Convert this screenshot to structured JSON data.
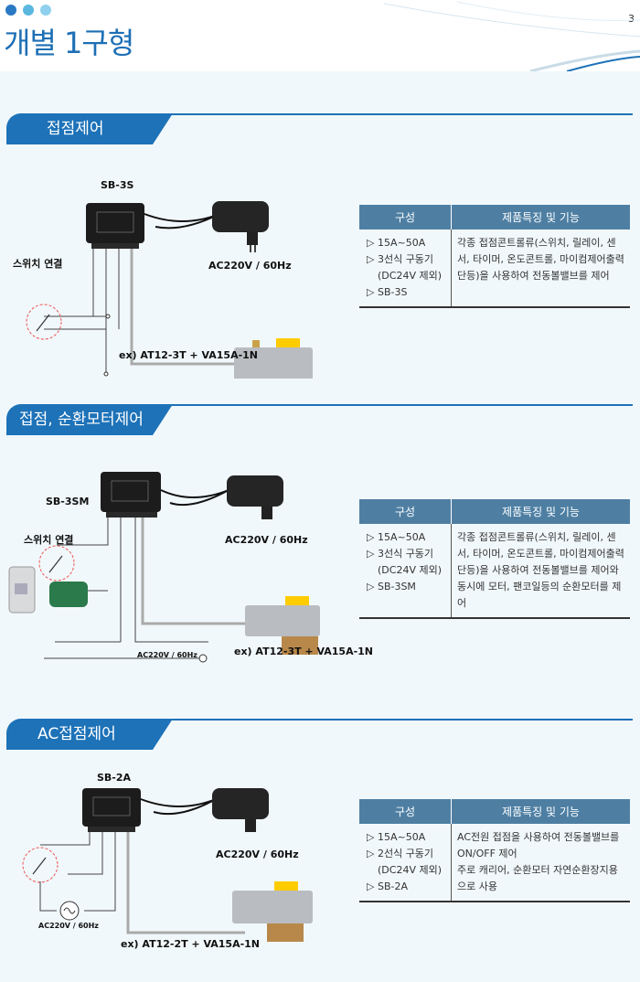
{
  "header": {
    "title": "개별 1구형",
    "page_number": "3",
    "dot_colors": [
      "#2a79c4",
      "#5ab7e0",
      "#8fd0ee"
    ]
  },
  "accent": "#1d72b8",
  "table_headers": {
    "composition": "구성",
    "features": "제품특징 및 기능"
  },
  "sections": [
    {
      "title": "접점제어",
      "model_label": "SB-3S",
      "switch_label": "스위치 연결",
      "power_label": "AC220V / 60Hz",
      "example_label": "ex) AT12-3T + VA15A-1N",
      "composition": [
        "▷ 15A~50A",
        "▷ 3선식 구동기",
        "(DC24V 제외)",
        "▷ SB-3S"
      ],
      "features": "각종 접점콘트롤류(스위치, 릴레이, 센서, 타이머, 온도콘트롤, 마이컴제어출력단등)을 사용하여 전동볼밸브를 제어"
    },
    {
      "title": "접점, 순환모터제어",
      "model_label": "SB-3SM",
      "switch_label": "스위치 연결",
      "power_label": "AC220V / 60Hz",
      "motor_power_label": "AC220V / 60Hz",
      "example_label": "ex) AT12-3T + VA15A-1N",
      "composition": [
        "▷ 15A~50A",
        "▷ 3선식 구동기",
        "(DC24V 제외)",
        "▷ SB-3SM"
      ],
      "features": "각종 접점콘트롤류(스위치, 릴레이, 센서, 타이머, 온도콘트롤, 마이컴제어출력단등)을 사용하여 전동볼밸브를 제어와 동시에 모터, 팬코일등의 순환모터를 제어"
    },
    {
      "title": "AC접점제어",
      "model_label": "SB-2A",
      "source_label": "AC220V / 60Hz",
      "power_label": "AC220V / 60Hz",
      "example_label": "ex) AT12-2T + VA15A-1N",
      "composition": [
        "▷ 15A~50A",
        "▷ 2선식 구동기",
        "(DC24V 제외)",
        "▷ SB-2A"
      ],
      "features": "AC전원 접점을 사용하여 전동볼밸브를 ON/OFF 제어\n주로 캐리어, 순환모터 자연순환장지용으로 사용"
    }
  ]
}
